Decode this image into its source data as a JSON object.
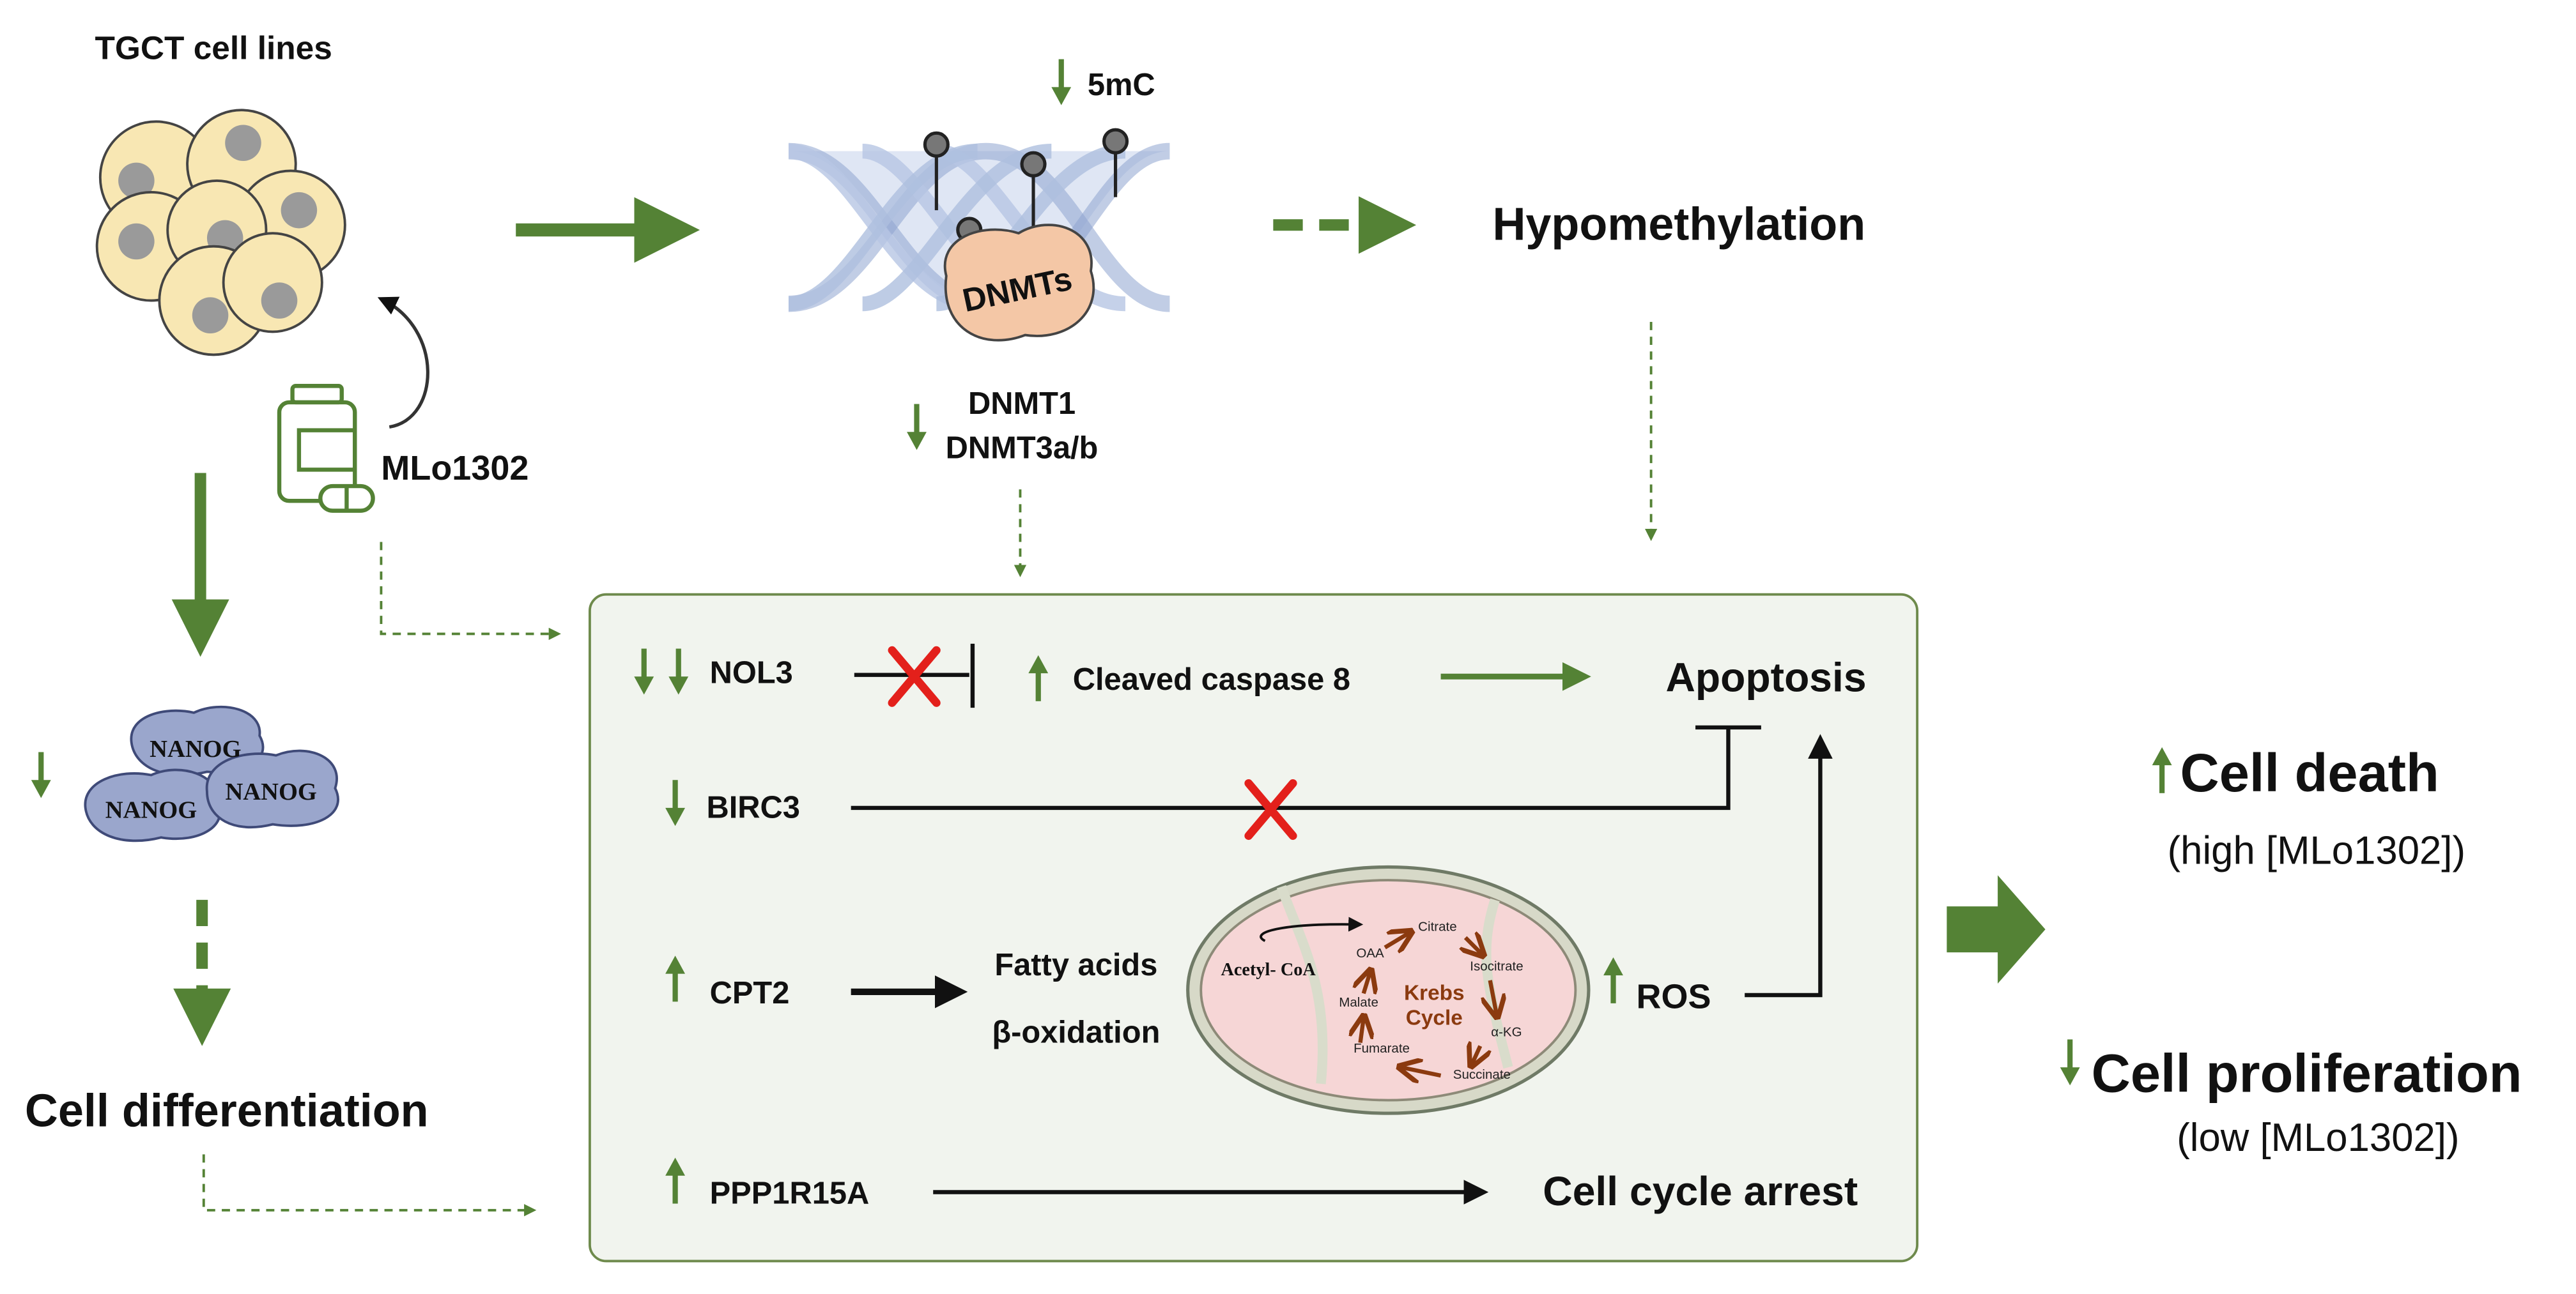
{
  "colors": {
    "arrow_green": "#548235",
    "panel_fill": "#f1f4ee",
    "panel_border": "#6e8a4c",
    "inhibit_x": "#e3201b",
    "dna_strand": "#b7c6e3",
    "dnmt_blob": "#f4c7a6",
    "cell_fill": "#f8e7b3",
    "nucleus": "#9a9a9a",
    "nanog_fill": "#9aa6cc",
    "krebs_text": "#8b3a0f",
    "mito_fill": "#f6d6d6"
  },
  "labels": {
    "tgct": "TGCT cell lines",
    "drug": "MLo1302",
    "five_mc": "5mC",
    "dnmts": "DNMTs",
    "dnmt1": "DNMT1",
    "dnmt3": "DNMT3a/b",
    "hypomethylation": "Hypomethylation",
    "nanog": "NANOG",
    "cell_differentiation": "Cell differentiation",
    "nol3": "NOL3",
    "cleaved_caspase8": "Cleaved caspase 8",
    "apoptosis": "Apoptosis",
    "birc3": "BIRC3",
    "cpt2": "CPT2",
    "fatty_acids": "Fatty acids",
    "beta_oxidation": "β-oxidation",
    "ros": "ROS",
    "ppp1r15a": "PPP1R15A",
    "cell_cycle_arrest": "Cell cycle arrest",
    "cell_death": "Cell death",
    "cell_death_note": "(high [MLo1302])",
    "cell_proliferation": "Cell proliferation",
    "cell_proliferation_note": "(low [MLo1302])"
  },
  "krebs": {
    "acetyl_coa": "Acetyl- CoA",
    "title_line1": "Krebs",
    "title_line2": "Cycle",
    "oaa": "OAA",
    "citrate": "Citrate",
    "isocitrate": "Isocitrate",
    "akg": "α-KG",
    "succinate": "Succinate",
    "fumarate": "Fumarate",
    "malate": "Malate"
  },
  "icons": {
    "down_arrow": "down-arrow-icon",
    "up_arrow": "up-arrow-icon",
    "inhibition": "inhibition-x-icon",
    "drug_bottle": "pill-bottle-icon",
    "pill": "pill-icon"
  }
}
